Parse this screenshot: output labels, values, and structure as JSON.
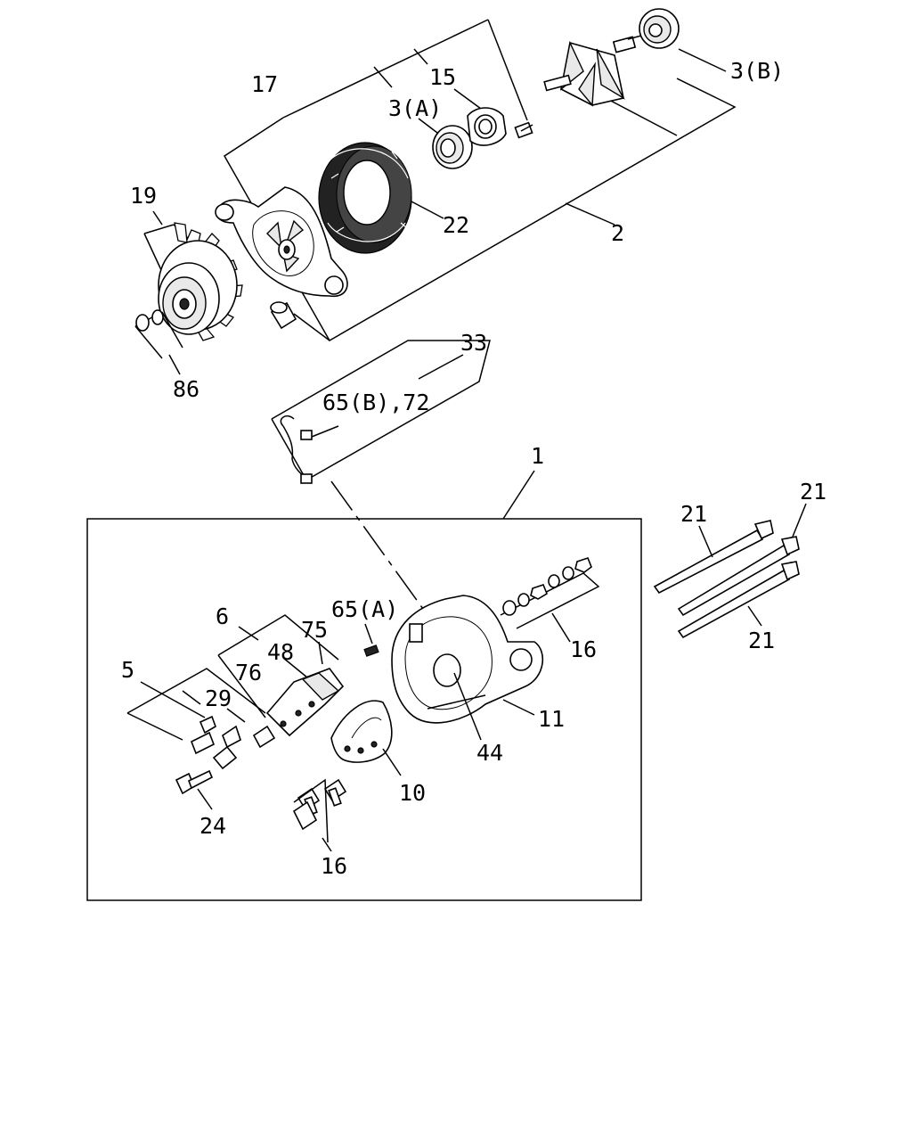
{
  "labels": {
    "l17": "17",
    "l15": "15",
    "l3a": "3(A)",
    "l3b": "3(B)",
    "l19": "19",
    "l22": "22",
    "l2": "2",
    "l86": "86",
    "l33": "33",
    "l65b72": "65(B),72",
    "l1": "1",
    "l21a": "21",
    "l21b": "21",
    "l21c": "21",
    "l6": "6",
    "l75": "75",
    "l65a": "65(A)",
    "l48": "48",
    "l76": "76",
    "l5": "5",
    "l29": "29",
    "l16a": "16",
    "l11": "11",
    "l44": "44",
    "l10": "10",
    "l24": "24",
    "l16b": "16"
  }
}
